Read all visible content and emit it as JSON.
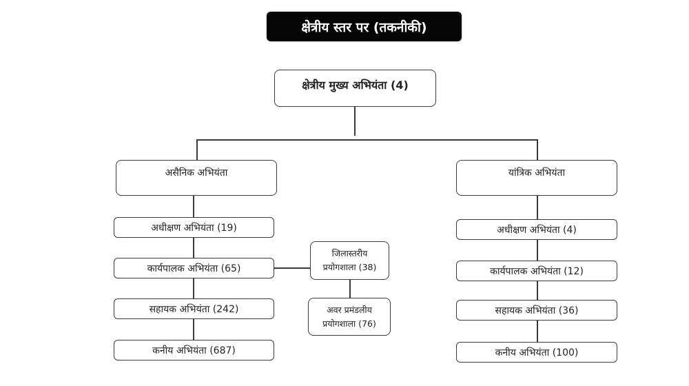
{
  "title": "क्षेत्रीय स्तर पर (तकनीकी)",
  "root": {
    "label": "क्षेत्रीय मुख्य अभियंता (4)"
  },
  "branches": [
    {
      "label": "असैनिक अभियंता",
      "items": [
        {
          "label": "अधीक्षण अभियंता (19)"
        },
        {
          "label": "कार्यपालक अभियंता (65)"
        },
        {
          "label": "सहायक अभियंता (242)"
        },
        {
          "label": "कनीय अभियंता (687)"
        }
      ]
    },
    {
      "label": "यांत्रिक अभियंता",
      "items": [
        {
          "label": "अधीक्षण अभियंता (4)"
        },
        {
          "label": "कार्यपालक अभियंता (12)"
        },
        {
          "label": "सहायक अभियंता (36)"
        },
        {
          "label": "कनीय अभियंता (100)"
        }
      ]
    }
  ],
  "labs": [
    {
      "line1": "जिलास्तरीय",
      "line2": "प्रयोगशाला (38)"
    },
    {
      "line1": "अवर प्रमंडलीय",
      "line2": "प्रयोगशाला (76)"
    }
  ]
}
